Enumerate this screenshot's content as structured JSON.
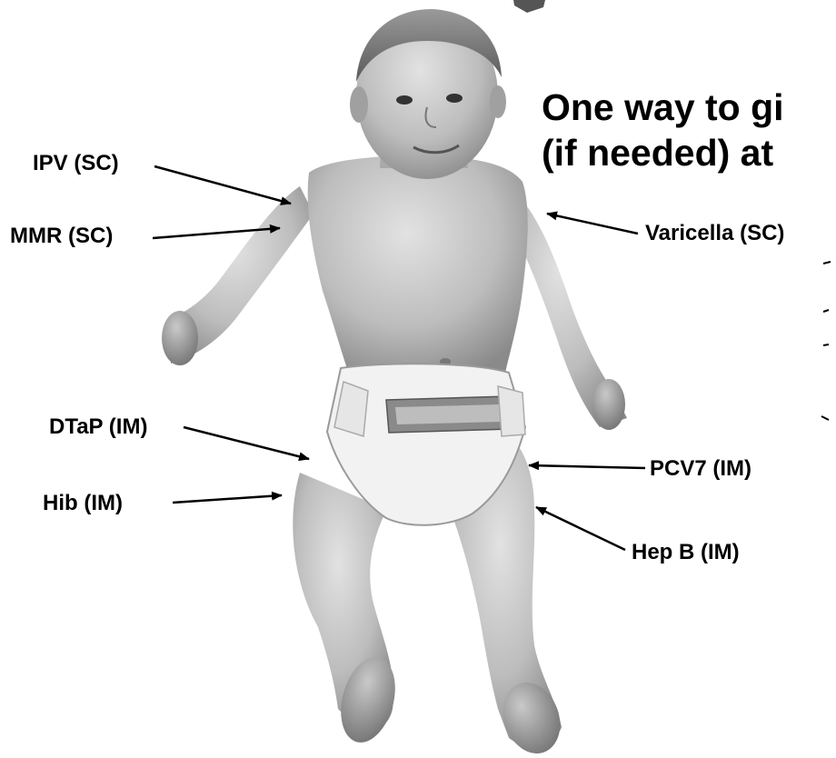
{
  "title": {
    "line1": "One way to gi",
    "line2": "(if needed) at"
  },
  "labels": {
    "ipv": "IPV (SC)",
    "mmr": "MMR (SC)",
    "varicella": "Varicella (SC)",
    "dtap": "DTaP (IM)",
    "hib": "Hib (IM)",
    "pcv7": "PCV7 (IM)",
    "hepb": "Hep B (IM)"
  },
  "colors": {
    "text": "#000000",
    "background": "#ffffff"
  }
}
